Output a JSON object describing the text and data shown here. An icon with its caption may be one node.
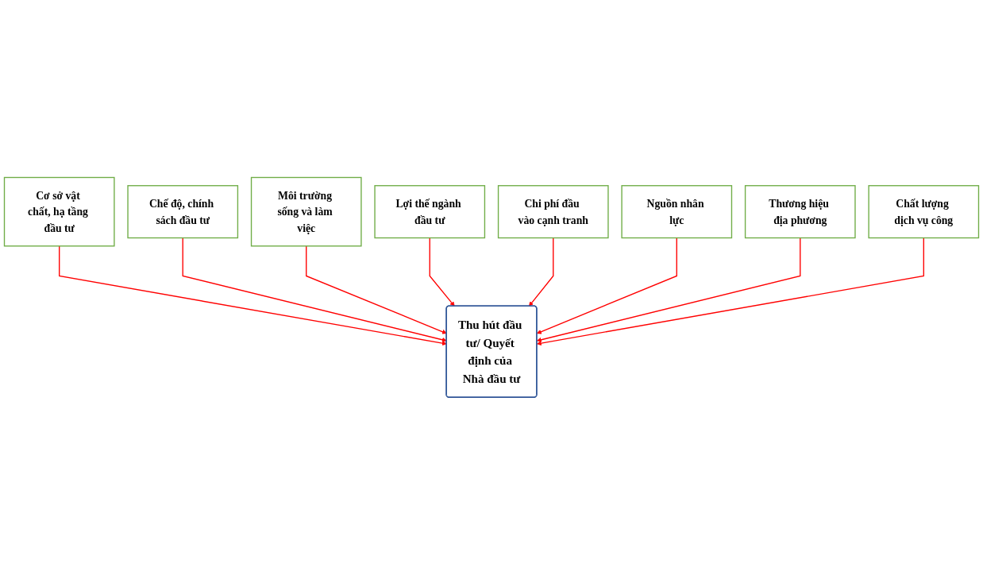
{
  "diagram": {
    "nodes": [
      {
        "text": [
          "Cơ sở vật chất, hạ tầng đầu tư"
        ]
      },
      {
        "text": [
          "Chế độ, chính sách đầu tư"
        ]
      },
      {
        "text": [
          "Môi trường sống và làm việc"
        ]
      },
      {
        "text": [
          "Lợi thế ngành đầu tư"
        ]
      },
      {
        "text": [
          "Thu hút đầu tư/ Quyết định của Nhà đầu tư"
        ]
      },
      {
        "text": [
          "Chi phí đầu vào cạnh tranh"
        ]
      },
      {
        "text": [
          "Nguồn nhân lực"
        ]
      },
      {
        "text": [
          "Thương hiệu địa phương"
        ]
      },
      {
        "text": [
          "Chất lượng dịch vụ công"
        ]
      }
    ],
    "edges": [
      {
        "from": 0,
        "to": 4,
        "arrow": "to"
      },
      {
        "from": 1,
        "to": 4,
        "arrow": "to"
      },
      {
        "from": 2,
        "to": 4,
        "arrow": "to"
      },
      {
        "from": 3,
        "to": 4,
        "arrow": "to"
      },
      {
        "from": 5,
        "to": 4,
        "arrow": "to"
      },
      {
        "from": 6,
        "to": 4,
        "arrow": "to"
      },
      {
        "from": 7,
        "to": 4,
        "arrow": "to"
      },
      {
        "from": 8,
        "to": 4,
        "arrow": "to"
      }
    ]
  }
}
